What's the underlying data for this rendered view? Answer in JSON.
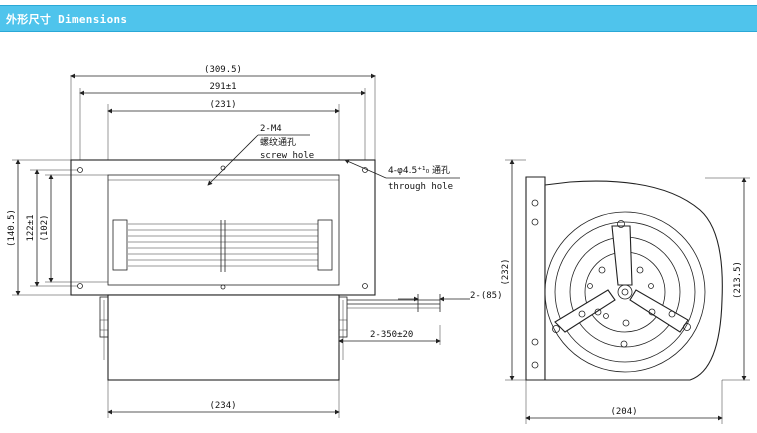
{
  "header": {
    "title": "外形尺寸 Dimensions"
  },
  "front_view": {
    "overall_width": "(309.5)",
    "hole_spacing": "291±1",
    "inner_width": "(231)",
    "base_width": "(234)",
    "overall_height": "(140.5)",
    "hole_height": "122±1",
    "inner_height": "(102)",
    "screw_note_line1": "2-M4",
    "screw_note_line2": "螺纹通孔",
    "screw_note_line3": "screw hole",
    "through_note_line1": "4-φ4.5⁺¹₀ 通孔",
    "through_note_line2": "through hole",
    "lead_width": "2-(85)",
    "lead_length": "2-350±20"
  },
  "side_view": {
    "height": "(232)",
    "depth": "(213.5)",
    "width": "(204)"
  }
}
